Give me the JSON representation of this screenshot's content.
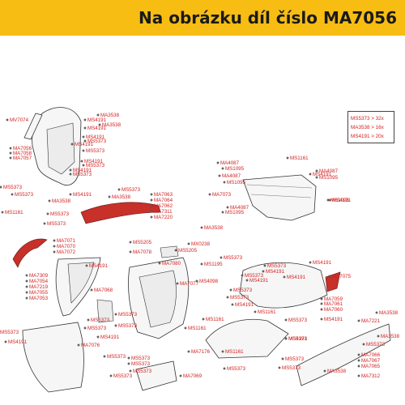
{
  "header": {
    "title": "Na obrázku díl číslo MA7056",
    "bg_color": "#f7bd13"
  },
  "legend": {
    "lines": [
      "MS5373 > 32x",
      "MA3538 > 16x",
      "MS4191 > 20x"
    ]
  },
  "labels": [
    "MA3538",
    "MS4191",
    "MA3538",
    "MS4191",
    "MV7074",
    "MS4191",
    "MS5373",
    "MS4191",
    "MS5373",
    "MA7056",
    "MA7058",
    "MA7057",
    "MS4191",
    "MS5373",
    "MS4191",
    "MS5373",
    "MS5373",
    "MS4191",
    "MA3538",
    "MS5373",
    "MA3538",
    "MS5373",
    "MS5373",
    "MA7063",
    "MA7064",
    "MA7062",
    "MA7311",
    "MA7220",
    "MS1161",
    "MS5373",
    "MS1161",
    "MA4087",
    "MS1095",
    "MA4087",
    "MS1095",
    "MS4191",
    "MA4087",
    "MS1095",
    "MA7073",
    "MS1095",
    "MA4087",
    "MS1095",
    "MS4191",
    "MA3538",
    "MA7071",
    "MA7070",
    "MA7072",
    "MS5205",
    "MX0238",
    "MA7078",
    "MS5205",
    "MS5373",
    "MS4191",
    "MA7080",
    "MS1195",
    "MS4098",
    "MS5373",
    "MS4191",
    "MS4191",
    "MA7309",
    "MA7054",
    "MA7219",
    "MA7055",
    "MA7053",
    "MA7068",
    "MA7077",
    "MS5373",
    "MS5373",
    "MS5373",
    "MS4191",
    "MS5373",
    "MS4191",
    "MA7075",
    "MS5373",
    "MA7059",
    "MS5373",
    "MA7061",
    "MS4191",
    "MA7060",
    "MS1161",
    "MS5373",
    "MS5373",
    "MS5373",
    "MS5373",
    "MS5373",
    "MS5373",
    "MS4191",
    "MS1161",
    "MS1161",
    "MS4191",
    "MA7076",
    "MS4191",
    "MS5373",
    "MA7176",
    "MS5373",
    "MS1161",
    "MS4191",
    "MA3538",
    "MA7221",
    "MS5373",
    "MS5373",
    "MA7069",
    "MS5373",
    "MA3538",
    "MA7066",
    "MA7067",
    "MA7065",
    "MA7312",
    "MS5373",
    "MA3538",
    "MS5373"
  ]
}
